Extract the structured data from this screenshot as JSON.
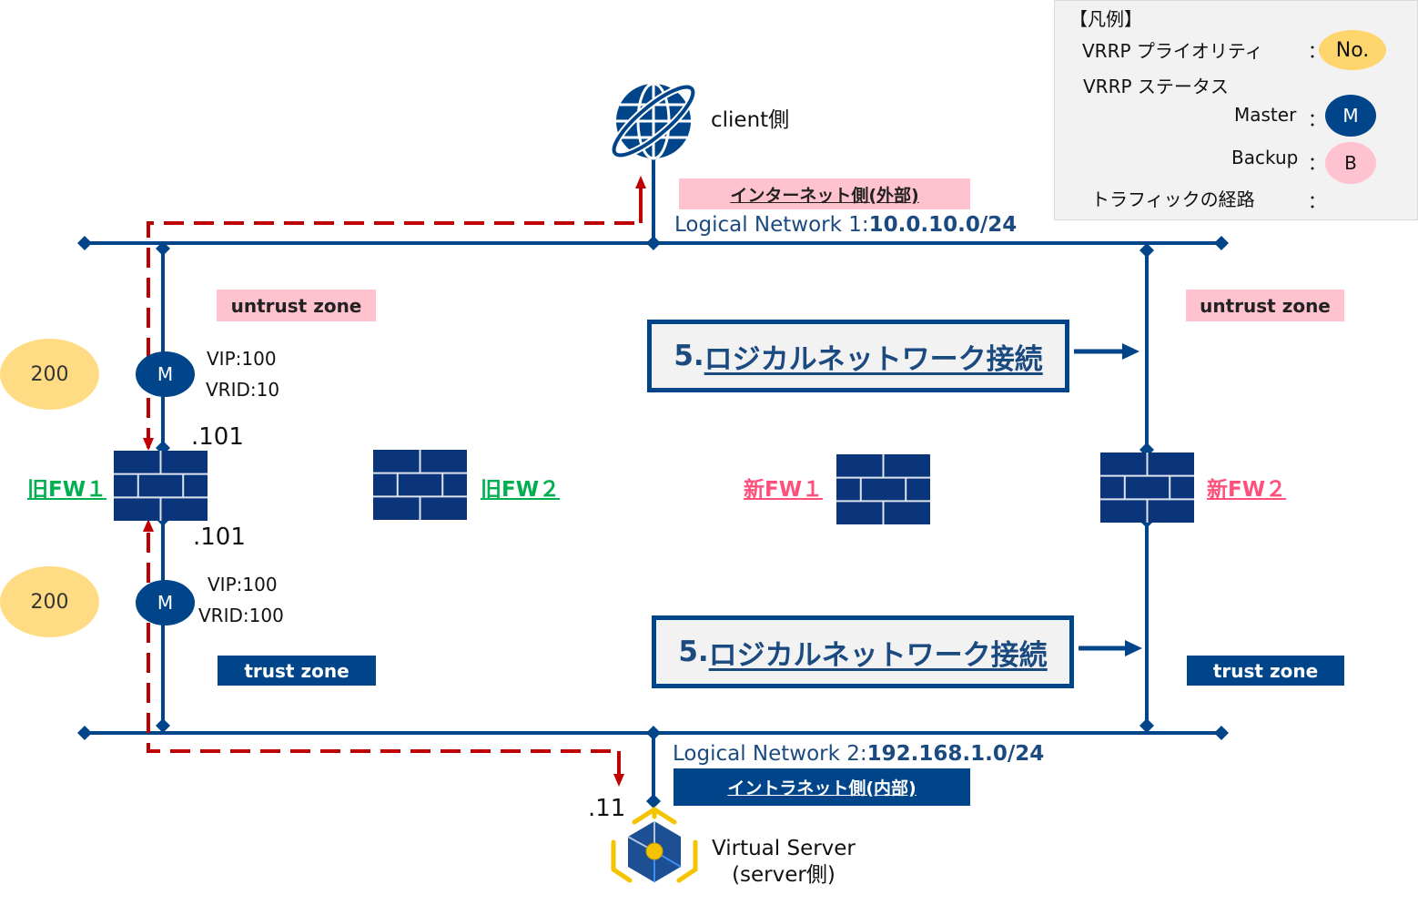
{
  "legend": {
    "title": "【凡例】",
    "priority_label": "VRRP プライオリティ",
    "priority_symbol": "No.",
    "status_label": "VRRP ステータス",
    "master_label": "Master",
    "master_symbol": "M",
    "backup_label": "Backup",
    "backup_symbol": "B",
    "traffic_label": "トラフィックの経路",
    "colon": "："
  },
  "client": {
    "label": "client側",
    "icon": "globe-icon",
    "network_tag": "インターネット側(外部)"
  },
  "network1": {
    "name_prefix": "Logical Network 1:",
    "cidr": "10.0.10.0/24"
  },
  "network2": {
    "name_prefix": "Logical Network 2:",
    "cidr": "192.168.1.0/24",
    "network_tag": "イントラネット側(内部)"
  },
  "server": {
    "label_line1": "Virtual Server",
    "label_line2": "(server側)",
    "ip": ".11",
    "icon": "virtual-server-icon"
  },
  "zones": {
    "untrust": "untrust zone",
    "trust": "trust zone"
  },
  "firewalls": {
    "old1": {
      "label": "旧FW１",
      "ip_upper": ".101",
      "ip_lower": ".101"
    },
    "old2": {
      "label": "旧FW２"
    },
    "new1": {
      "label": "新FW１"
    },
    "new2": {
      "label": "新FW２"
    }
  },
  "vrrp_upper": {
    "priority": "200",
    "status": "M",
    "vip": "VIP:100",
    "vrid": "VRID:10"
  },
  "vrrp_lower": {
    "priority": "200",
    "status": "M",
    "vip": "VIP:100",
    "vrid": "VRID:100"
  },
  "steps": {
    "upper": {
      "number": "5.",
      "text": "ロジカルネットワーク接続"
    },
    "lower": {
      "number": "5.",
      "text": "ロジカルネットワーク接続"
    }
  },
  "colors": {
    "network_blue": "#00458a",
    "firewall_blue": "#0b357a",
    "traffic_red": "#c00000",
    "old_fw_green": "#00b050",
    "new_fw_pink": "#ff4f7b",
    "priority_yellow": "#ffd56e",
    "untrust_pink": "#ffc2cf"
  }
}
